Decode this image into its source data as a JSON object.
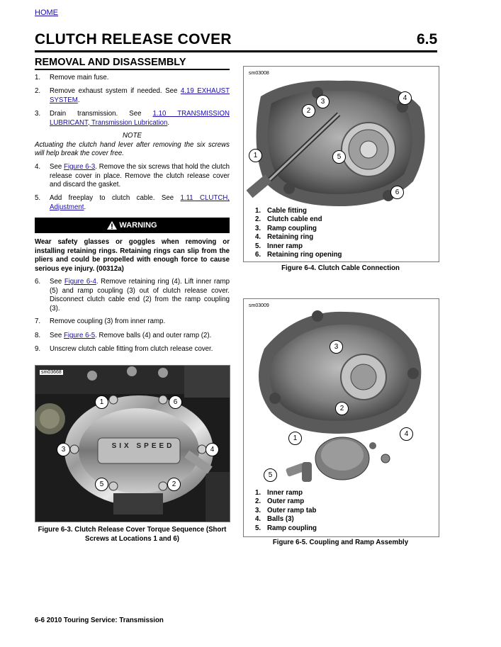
{
  "nav": {
    "home": "HOME"
  },
  "header": {
    "title": "CLUTCH RELEASE COVER",
    "section": "6.5"
  },
  "section": {
    "heading": "REMOVAL AND DISASSEMBLY"
  },
  "steps": [
    {
      "num": "1.",
      "before": "Remove main fuse.",
      "link": "",
      "after": ""
    },
    {
      "num": "2.",
      "before": "Remove exhaust system if needed. See ",
      "link": "4.19 EXHAUST SYSTEM",
      "after": "."
    },
    {
      "num": "3.",
      "before": "Drain transmission. See ",
      "link": "1.10 TRANSMISSION LUBRICANT, Transmission Lubrication",
      "after": "."
    },
    {
      "num": "4.",
      "before": "See ",
      "link": "Figure 6-3",
      "after": ". Remove the six screws that hold the clutch release cover in place. Remove the clutch release cover and discard the gasket."
    },
    {
      "num": "5.",
      "before": "Add freeplay to clutch cable. See ",
      "link": "1.11 CLUTCH, Adjustment",
      "after": "."
    },
    {
      "num": "6.",
      "before": "See ",
      "link": "Figure 6-4",
      "after": ". Remove retaining ring (4). Lift inner ramp (5) and ramp coupling (3) out of clutch release cover. Disconnect clutch cable end (2) from the ramp coupling (3)."
    },
    {
      "num": "7.",
      "before": "Remove coupling (3) from inner ramp.",
      "link": "",
      "after": ""
    },
    {
      "num": "8.",
      "before": "See ",
      "link": "Figure 6-5",
      "after": ". Remove balls (4) and outer ramp (2)."
    },
    {
      "num": "9.",
      "before": "Unscrew clutch cable fitting from clutch release cover.",
      "link": "",
      "after": ""
    }
  ],
  "note": {
    "label": "NOTE",
    "text": "Actuating the clutch hand lever after removing the six screws will help break the cover free."
  },
  "warning": {
    "label": "WARNING",
    "text": "Wear safety glasses or goggles when removing or installing retaining rings. Retaining rings can slip from the pliers and could be propelled with enough force to cause serious eye injury. (00312a)"
  },
  "fig63": {
    "code": "sm03668",
    "callouts": [
      "1",
      "6",
      "3",
      "4",
      "5",
      "2"
    ],
    "cover_text": "SIX SPEED",
    "caption": "Figure 6-3. Clutch Release Cover Torque Sequence (Short Screws at Locations 1 and 6)"
  },
  "fig64": {
    "code": "sm03008",
    "callouts": [
      "3",
      "4",
      "2",
      "1",
      "5",
      "6"
    ],
    "legend": [
      {
        "n": "1.",
        "t": "Cable fitting"
      },
      {
        "n": "2.",
        "t": "Clutch cable end"
      },
      {
        "n": "3.",
        "t": "Ramp coupling"
      },
      {
        "n": "4.",
        "t": "Retaining ring"
      },
      {
        "n": "5.",
        "t": "Inner ramp"
      },
      {
        "n": "6.",
        "t": "Retaining ring opening"
      }
    ],
    "caption": "Figure 6-4. Clutch Cable Connection"
  },
  "fig65": {
    "code": "sm03009",
    "callouts": [
      "3",
      "2",
      "1",
      "4",
      "5"
    ],
    "legend": [
      {
        "n": "1.",
        "t": "Inner ramp"
      },
      {
        "n": "2.",
        "t": "Outer ramp"
      },
      {
        "n": "3.",
        "t": "Outer ramp tab"
      },
      {
        "n": "4.",
        "t": "Balls (3)"
      },
      {
        "n": "5.",
        "t": "Ramp coupling"
      }
    ],
    "caption": "Figure 6-5. Coupling and Ramp Assembly"
  },
  "footer": {
    "text": "6-6  2010 Touring Service: Transmission"
  }
}
